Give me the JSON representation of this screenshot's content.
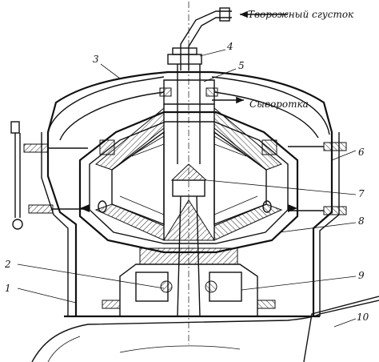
{
  "labels": {
    "curd_input": "Творожный сгусток",
    "whey_output": "Сыворотка"
  },
  "callouts": [
    "1",
    "2",
    "3",
    "4",
    "5",
    "6",
    "7",
    "8",
    "9",
    "10"
  ]
}
